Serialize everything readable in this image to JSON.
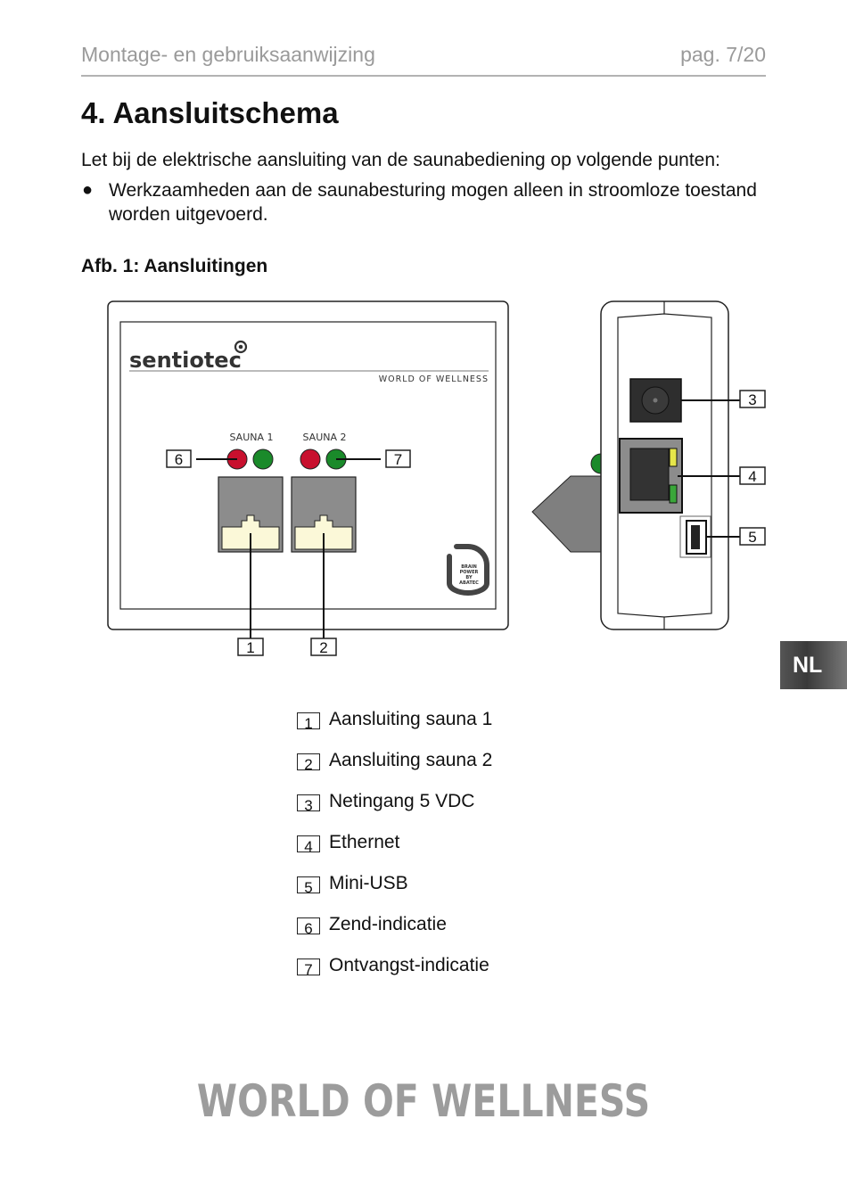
{
  "header": {
    "doc_title": "Montage- en gebruiksaanwijzing",
    "page": "pag. 7/20"
  },
  "section": {
    "title": "4. Aansluitschema",
    "intro": "Let bij de elektrische aansluiting van de saunabediening op volgende punten:",
    "bullet": "Werkzaamheden aan de saunabesturing mogen alleen in stroomloze toestand worden uitgevoerd."
  },
  "figure": {
    "caption": "Afb. 1: Aansluitingen",
    "brand": "sentiotec",
    "brand_tagline": "WORLD OF WELLNESS",
    "sauna1_label": "SAUNA 1",
    "sauna2_label": "SAUNA 2",
    "logo_text": [
      "BRAIN",
      "POWER",
      "BY",
      "ABATEC"
    ],
    "callouts": [
      "1",
      "2",
      "3",
      "4",
      "5",
      "6",
      "7"
    ]
  },
  "legend": [
    {
      "num": "1",
      "label": "Aansluiting sauna 1"
    },
    {
      "num": "2",
      "label": "Aansluiting sauna 2"
    },
    {
      "num": "3",
      "label": "Netingang 5 VDC"
    },
    {
      "num": "4",
      "label": "Ethernet"
    },
    {
      "num": "5",
      "label": "Mini-USB"
    },
    {
      "num": "6",
      "label": "Zend-indicatie"
    },
    {
      "num": "7",
      "label": "Ontvangst-indicatie"
    }
  ],
  "side_tab": "NL",
  "footer": "WORLD OF WELLNESS",
  "colors": {
    "led_red": "#c8102e",
    "led_green": "#1a8a2a",
    "port_gray": "#8c8c8c",
    "jack_cream": "#fbf8d8",
    "header_gray": "#9a9a9a"
  }
}
